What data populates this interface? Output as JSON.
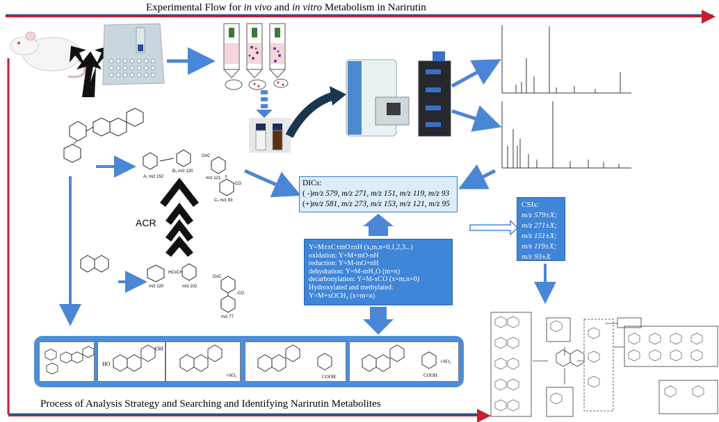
{
  "titles": {
    "top_prefix": "Experimental Flow for ",
    "top_invivo": "in vivo",
    "top_and": " and ",
    "top_invitro": "in vitro",
    "top_suffix": " Metabolism in Narirutin",
    "bottom": "Process of Analysis Strategy and Searching and Identifying Narirutin Metabolites"
  },
  "acr_label": "ACR",
  "fragments": {
    "a1": "A₁ m/z 152",
    "b3": "B₃ m/z 120",
    "m121": "m/z 121",
    "co1": "-CO",
    "c4": "C₄ m/z 93",
    "m120": "m/z 120",
    "m102": "m/z 102",
    "co2": "-CO",
    "m77": "m/z 77",
    "hc_ch": "HC≡CH",
    "o_c": "O≡C"
  },
  "dics": {
    "heading": "DICs:",
    "neg_prefix": "( -)",
    "neg": "m/z 579, m/z 271, m/z 151, m/z 119, m/z 93",
    "pos_prefix": "(+)",
    "pos": "m/z 581, m/z 273, m/z 153, m/z 121, m/z 95"
  },
  "formulas": {
    "general": "Y=M±xC±mO±nH  (x,m,n=0,1,2,3...)",
    "oxidation": "oxidation:  Y=M+mO-nH",
    "reduction": "reduction:  Y=M-mO+nH",
    "dehydration": "dehydration:   Y=M-mH₂O   (m=n)",
    "decarbonylation": "decarbonylation:  Y=M-xCO  (x=m,n=0)",
    "hydroxylated": "Hydroxylated and methylated:",
    "methylated": "Y=M+xOCH₂  (x=m=n)"
  },
  "csis": {
    "heading": "CSIs:",
    "items": [
      "m/z 579±X;",
      "m/z 271±X;",
      "m/z 151±X;",
      "m/z 119±X;",
      "m/z 93±X"
    ]
  },
  "compounds": {
    "c3_suffix": "+SO₃",
    "c5_suffix": "+SO₃",
    "cooh": "COOH",
    "oh": "OH",
    "ho": "HO"
  },
  "colors": {
    "arrow_blue": "#4a86d6",
    "red_line": "#c0202f",
    "box_blue": "#3f85d8",
    "dic_fill": "#dcecf9"
  }
}
